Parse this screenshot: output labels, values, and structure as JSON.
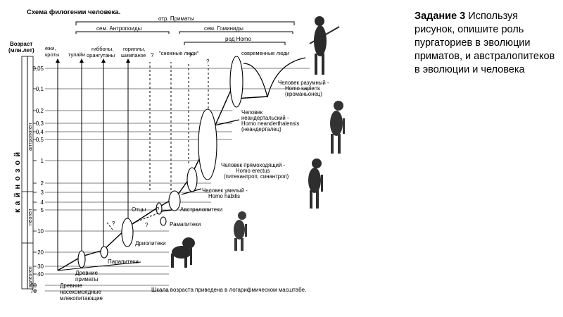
{
  "diagram": {
    "title": "Схема филогении человека.",
    "age_header_line1": "Возраст",
    "age_header_line2": "(млн.лет)",
    "era": "к а й н о з о й",
    "periods": {
      "anthropogen": "антропоген",
      "neogen": "неоген",
      "paleogen": "палеоген"
    },
    "age_ticks": [
      "0,05",
      "0,1",
      "0,2",
      "0,3",
      "0,4",
      "0,5",
      "1",
      "2",
      "3",
      "4",
      "5",
      "10",
      "20",
      "30",
      "40",
      "60",
      "70"
    ],
    "brackets": {
      "order_primates": "отр. Приматы",
      "fam_anthropoids": "сем. Антропоиды",
      "fam_hominids": "сем. Гоминиды",
      "genus_homo": "род Homo"
    },
    "top_columns": {
      "hedgehogs": "ежи,",
      "moles": "кроты",
      "tupaia": "тупайи",
      "gibbons": "гиббоны,",
      "orangutans": "орангутаны",
      "gorillas": "гориллы,",
      "chimps": "шимпанзе",
      "snowmen": "\"снежные люди\"",
      "modern_people": "современные люди",
      "q1": "?",
      "q2": "?",
      "q3": "?"
    },
    "labels": {
      "sapiens_1": "Человек разумный -",
      "sapiens_2": "Homo sapiens",
      "sapiens_3": "(кроманьонец)",
      "neander_1": "Человек",
      "neander_2": "неандертальский -",
      "neander_3": "Homo neanderthalensis",
      "neander_4": "(неандерталец)",
      "erectus_1": "Человек прямоходящий -",
      "erectus_2": "Homo erectus",
      "erectus_3": "(питекантроп, синантроп)",
      "habilis_1": "Человек умелый -",
      "habilis_2": "Homo habilis",
      "australo": "Австралопитеки",
      "ramapith": "Рамапитеки",
      "ancestors": "Отцы",
      "dryopith": "Дриопитеки",
      "parapith": "Парапитеки",
      "anc_prim_1": "Древние",
      "anc_prim_2": "приматы",
      "anc_ins_1": "Древние",
      "anc_ins_2": "насекомоядные",
      "anc_ins_3": "млекопитающие",
      "scale_note": "Шкала возраста приведена в логарифмическом масштабе.",
      "q_mark": "?"
    }
  },
  "task": {
    "heading": "Задание  3",
    "text": " Используя рисунок, опишите роль пургаториев в эволюции приматов, и австралопитеков в эволюции и человека"
  }
}
